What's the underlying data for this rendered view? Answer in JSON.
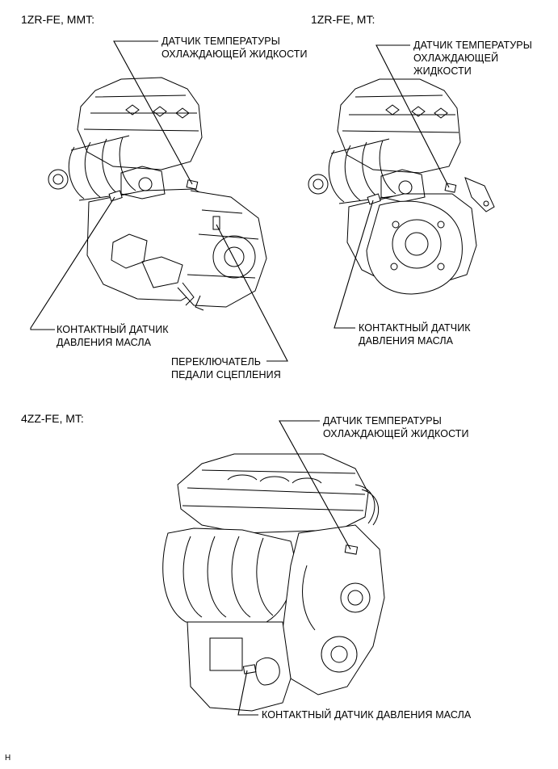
{
  "panels": [
    {
      "title": "1ZR-FE, MMT:",
      "labels": {
        "coolant_sensor": "ДАТЧИК ТЕМПЕРАТУРЫ\nОХЛАЖДАЮЩЕЙ ЖИДКОСТИ",
        "oil_pressure_switch": "КОНТАКТНЫЙ ДАТЧИК\nДАВЛЕНИЯ МАСЛА",
        "clutch_pedal_switch": "ПЕРЕКЛЮЧАТЕЛЬ\nПЕДАЛИ СЦЕПЛЕНИЯ"
      }
    },
    {
      "title": "1ZR-FE, MT:",
      "labels": {
        "coolant_sensor": "ДАТЧИК ТЕМПЕРАТУРЫ\nОХЛАЖДАЮЩЕЙ\nЖИДКОСТИ",
        "oil_pressure_switch": "КОНТАКТНЫЙ ДАТЧИК\nДАВЛЕНИЯ МАСЛА"
      }
    },
    {
      "title": "4ZZ-FE, MT:",
      "labels": {
        "coolant_sensor": "ДАТЧИК ТЕМПЕРАТУРЫ\nОХЛАЖДАЮЩЕЙ ЖИДКОСТИ",
        "oil_pressure_switch": "КОНТАКТНЫЙ ДАТЧИК ДАВЛЕНИЯ МАСЛА"
      }
    }
  ],
  "footer_code": "H"
}
